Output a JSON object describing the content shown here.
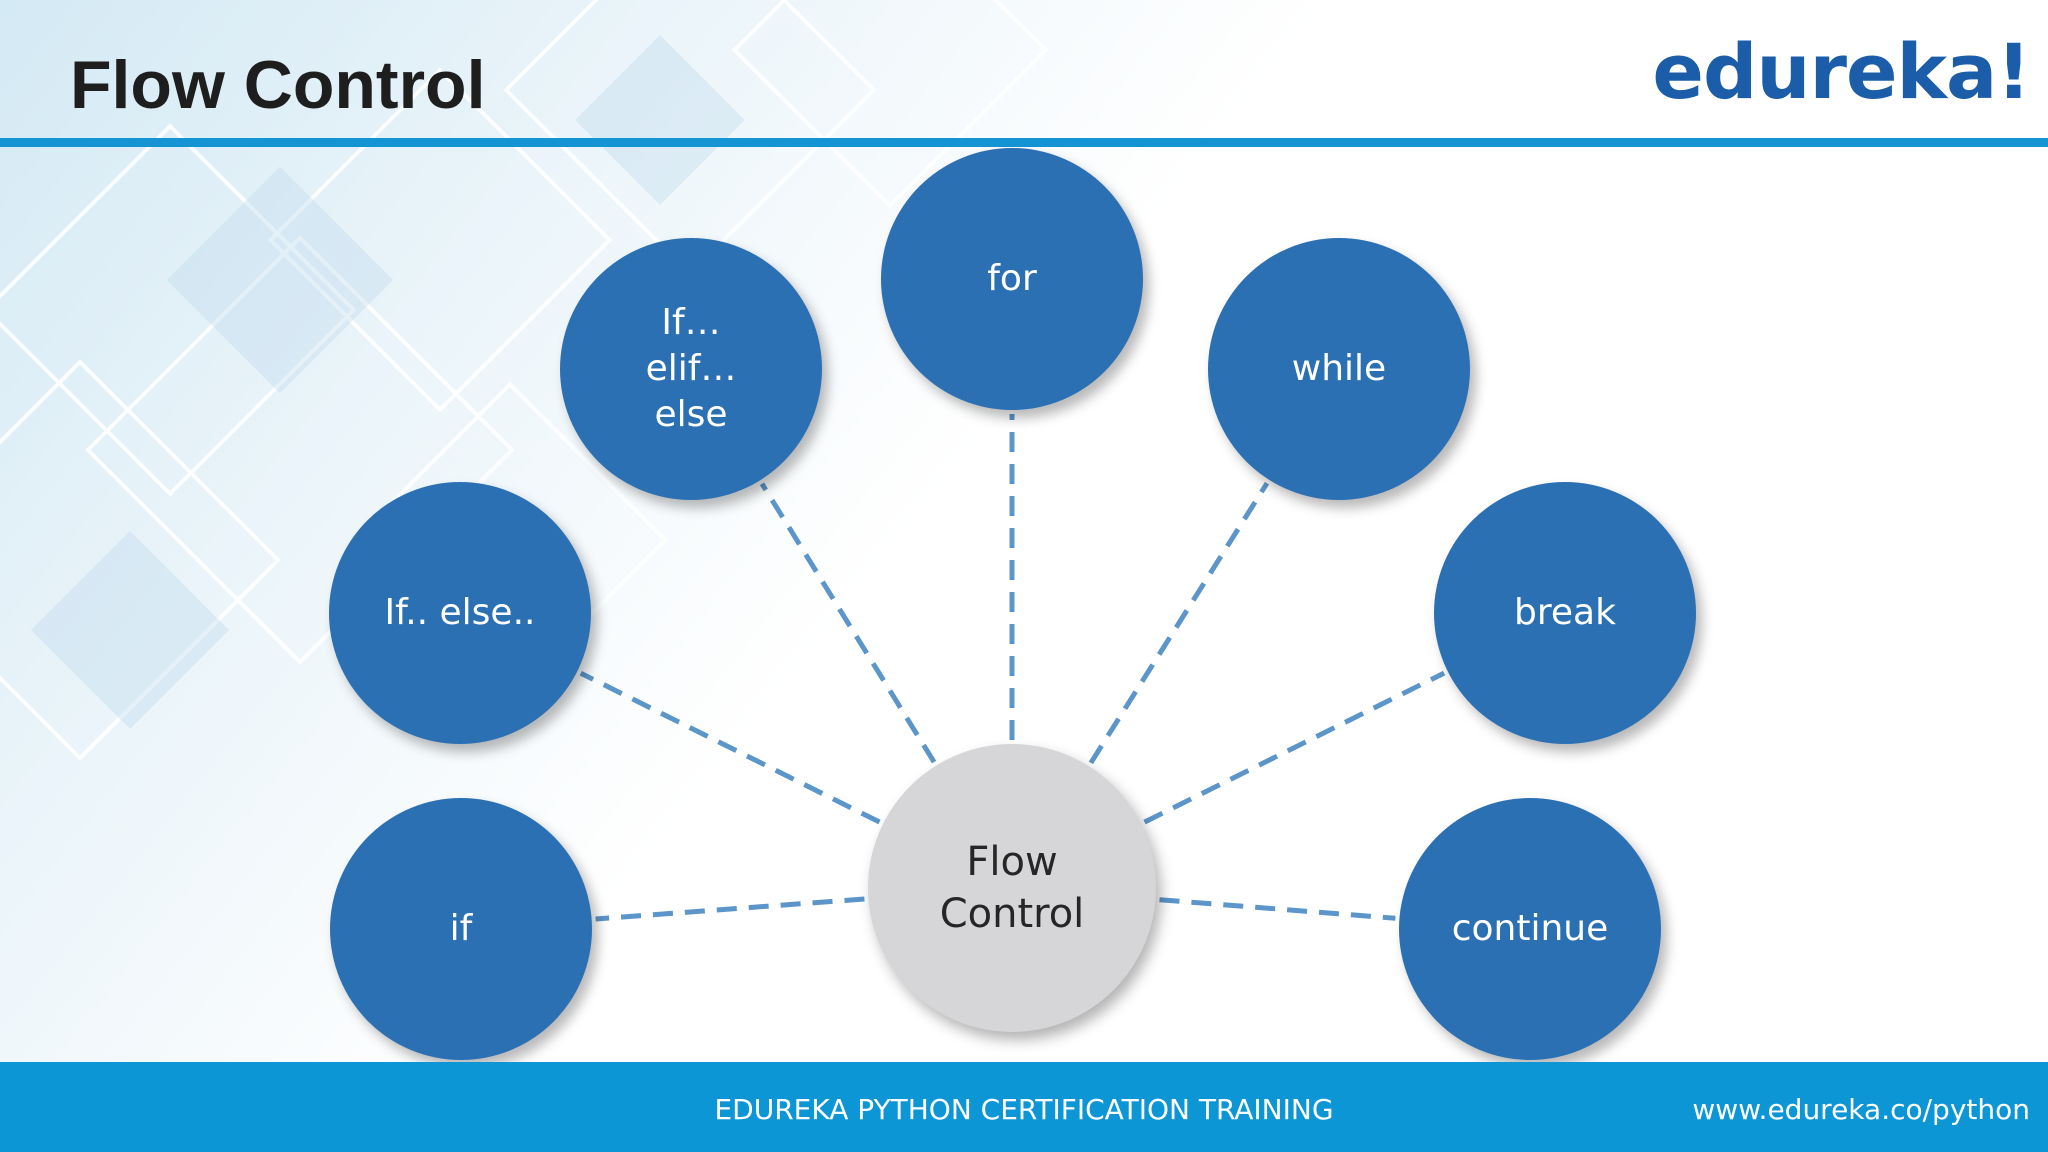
{
  "header": {
    "title": "Flow Control",
    "logo_text": "edureka!"
  },
  "diagram": {
    "center": {
      "label": "Flow Control"
    },
    "nodes": [
      {
        "id": "if",
        "label": "if"
      },
      {
        "id": "if-else",
        "label": "If.. else.."
      },
      {
        "id": "if-elif-else",
        "label": "If… elif… else"
      },
      {
        "id": "for",
        "label": "for"
      },
      {
        "id": "while",
        "label": "while"
      },
      {
        "id": "break",
        "label": "break"
      },
      {
        "id": "continue",
        "label": "continue"
      }
    ]
  },
  "footer": {
    "course": "EDUREKA PYTHON CERTIFICATION TRAINING",
    "url": "www.edureka.co/python"
  },
  "colors": {
    "node_fill": "#2c70b4",
    "center_fill": "#d6d6d8",
    "connector": "#5b95c9",
    "title_rule": "#1594d4",
    "footer_bar": "#0d96d6",
    "logo": "#1b5da8"
  }
}
